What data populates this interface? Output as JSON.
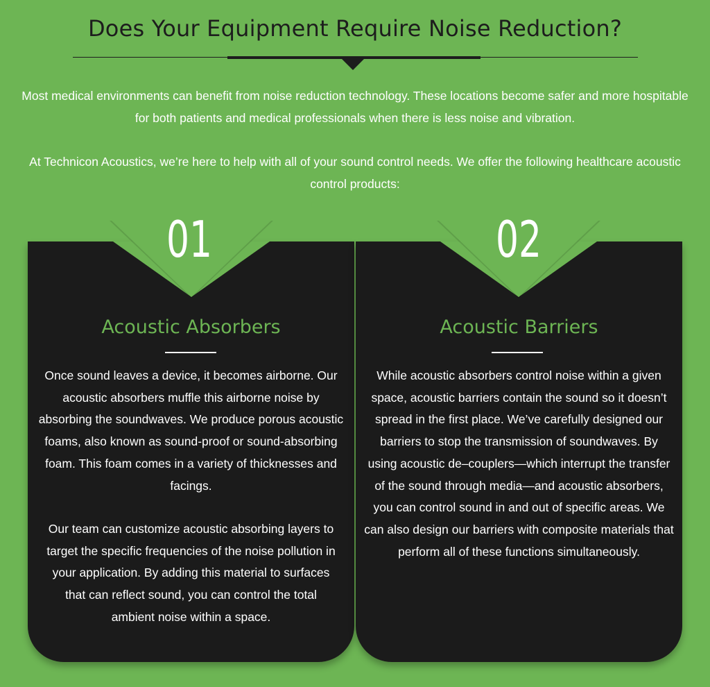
{
  "section": {
    "heading": "Does Your Equipment Require Noise Reduction?",
    "intro_1": "Most medical environments can benefit from noise reduction technology. These locations become safer and more hospitable for both patients and medical professionals when there is less noise and vibration.",
    "intro_2": "At Technicon Acoustics, we’re here to help with all of your sound control needs. We offer the following healthcare acoustic control products:"
  },
  "cards": [
    {
      "number": "01",
      "title": "Acoustic Absorbers",
      "body_1": "Once sound leaves a device, it becomes airborne. Our acoustic absorbers muffle this airborne noise by absorbing the soundwaves. We produce porous acoustic foams, also known as sound-proof or sound-absorbing foam. This foam comes in a variety of thicknesses and facings.",
      "body_2": "Our team can customize acoustic absorbing layers to target the specific frequencies of the noise pollution in your application. By adding this material to surfaces that can reflect sound, you can control the total ambient noise within a space."
    },
    {
      "number": "02",
      "title": "Acoustic Barriers",
      "body_1": "While acoustic absorbers control noise within a given space, acoustic barriers contain the sound so it doesn’t spread in the first place. We’ve carefully designed our barriers to stop the transmission of soundwaves. By using acoustic de–couplers—which interrupt the transfer of the sound through media—and acoustic absorbers, you can control sound in and out of specific areas. We can also design our barriers with composite materials that perform all of these functions simultaneously."
    }
  ],
  "colors": {
    "background_green": "#6db554",
    "card_dark": "#1b1b1b",
    "heading_dark": "#1d1d1d",
    "text_white": "#ffffff"
  }
}
